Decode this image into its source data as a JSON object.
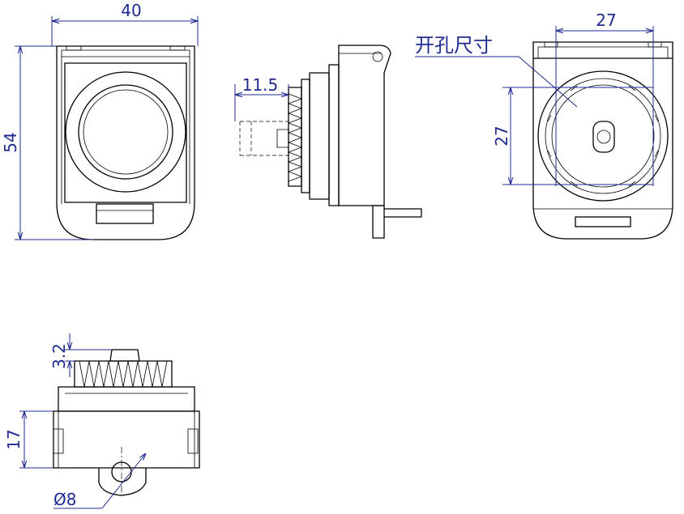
{
  "dimensions": {
    "front_width": "40",
    "front_height": "54",
    "thread_length": "11.5",
    "cutout_width": "27",
    "cutout_height": "27",
    "cutout_label": "开孔尺寸",
    "bottom_thread_height": "3.2",
    "bottom_body_height": "17",
    "hole_diameter": "Ø8"
  },
  "colors": {
    "dimension": "#1f2b8f",
    "outline": "#000000"
  }
}
